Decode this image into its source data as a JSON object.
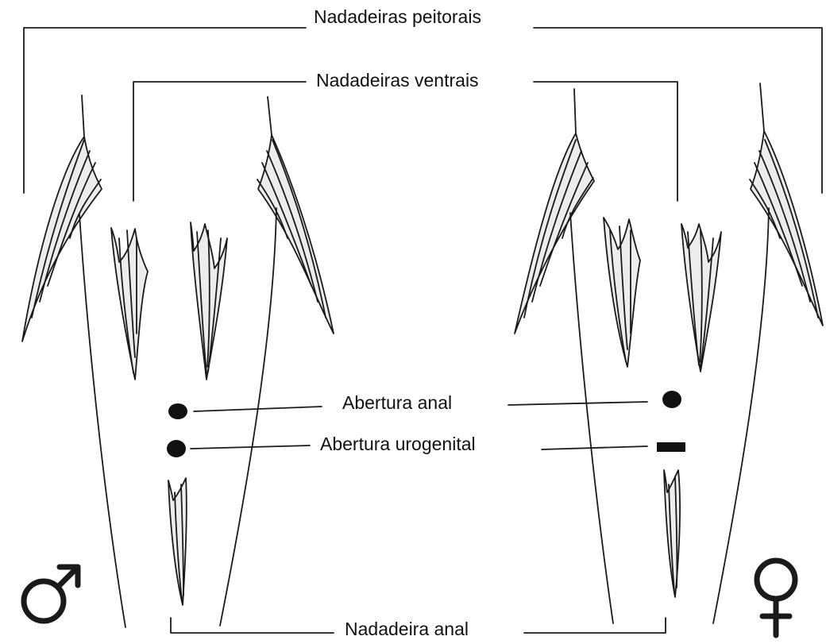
{
  "labels": {
    "pectoral_fins": "Nadadeiras peitorais",
    "ventral_fins": "Nadadeiras ventrais",
    "anal_opening": "Abertura anal",
    "urogenital_opening": "Abertura urogenital",
    "anal_fin": "Nadadeira anal"
  },
  "colors": {
    "ink": "#111111",
    "fin_fill": "#ececec",
    "background": "#ffffff"
  },
  "icons": [
    "male-symbol-icon",
    "female-symbol-icon"
  ]
}
